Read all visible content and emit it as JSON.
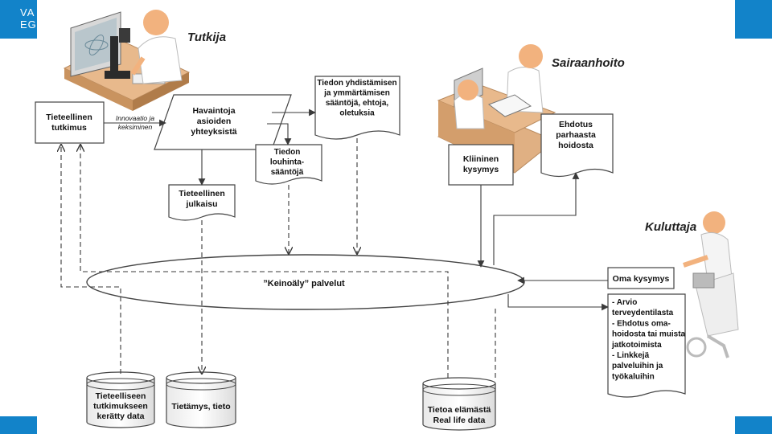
{
  "logo": {
    "line1": "VA",
    "line2": "EG"
  },
  "roles": {
    "researcher": "Tutkija",
    "healthcare": "Sairaanhoito",
    "consumer": "Kuluttaja"
  },
  "edge_label": [
    "Innovaatio ja",
    "keksiminen"
  ],
  "boxes": {
    "scientific_research": [
      "Tieteellinen",
      "tutkimus"
    ],
    "observations": [
      "Havaintoja",
      "asioiden",
      "yhteyksistä"
    ],
    "combining_rules": [
      "Tiedon yhdistämisen",
      "ja ymmärtämisen",
      "sääntöjä, ehtoja,",
      "oletuksia"
    ],
    "mining_rules": [
      "Tiedon",
      "louhinta-",
      "sääntöjä"
    ],
    "publication": [
      "Tieteellinen",
      "julkaisu"
    ],
    "clinical_question": [
      "Kliininen",
      "kysymys"
    ],
    "best_care": [
      "Ehdotus",
      "parhaasta",
      "hoidosta"
    ],
    "own_question": [
      "Oma kysymys"
    ],
    "consumer_result": [
      "- Arvio",
      "terveydentilasta",
      "- Ehdotus oma-",
      "hoidosta tai muista",
      "jatkotoimista",
      "- Linkkejä",
      "palveluihin ja",
      "työkaluihin"
    ]
  },
  "ellipse_label": "”Keinoäly” palvelut",
  "databases": {
    "research_data": [
      "Tieteelliseen",
      "tutkimukseen",
      "kerätty data"
    ],
    "knowledge": [
      "Tietämys, tieto"
    ],
    "real_life": [
      "Tietoa elämästä",
      "Real life data"
    ]
  },
  "colors": {
    "frame": "#1283c9",
    "skin": "#f2b27e",
    "desk": "#e0b083",
    "stroke": "#3a3a3a"
  }
}
